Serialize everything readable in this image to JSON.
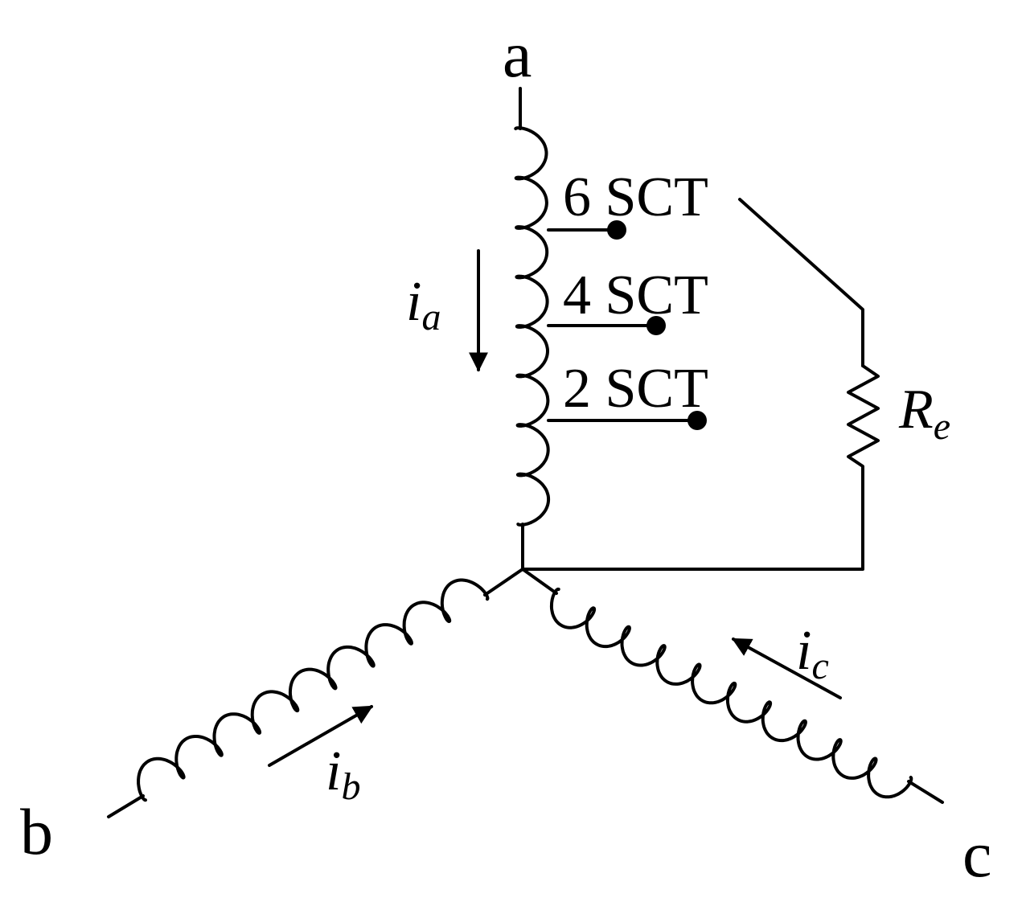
{
  "terminals": {
    "a": "a",
    "b": "b",
    "c": "c"
  },
  "taps": [
    {
      "label": "6 SCT"
    },
    {
      "label": "4 SCT"
    },
    {
      "label": "2 SCT"
    }
  ],
  "currents": {
    "ia": {
      "symbol": "i",
      "subscript": "a"
    },
    "ib": {
      "symbol": "i",
      "subscript": "b"
    },
    "ic": {
      "symbol": "i",
      "subscript": "c"
    }
  },
  "resistor": {
    "symbol": "R",
    "subscript": "e"
  },
  "colors": {
    "ink": "#000000",
    "background": "#ffffff"
  }
}
